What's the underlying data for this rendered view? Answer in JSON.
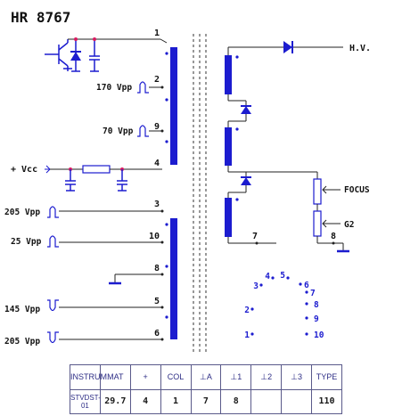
{
  "title": "HR 8767",
  "labels": {
    "hv": "H.V.",
    "vcc": "+ Vcc",
    "focus": "FOCUS",
    "g2": "G2"
  },
  "left_pins": {
    "p1": "1",
    "p2": "2",
    "p9": "9",
    "p4": "4",
    "p3": "3",
    "p10": "10",
    "p8": "8",
    "p5": "5",
    "p6": "6",
    "p7": "7",
    "p8b": "8"
  },
  "pulses": {
    "pin2": "170 Vpp",
    "pin9": "70 Vpp",
    "pin3": "205 Vpp",
    "pin10": "25 Vpp",
    "pin5": "145 Vpp",
    "pin6": "205 Vpp"
  },
  "socket_pins": [
    "1",
    "2",
    "3",
    "4",
    "5",
    "6",
    "7",
    "8",
    "9",
    "10"
  ],
  "table": {
    "headers": [
      "INSTRUM.",
      "MAT",
      "+",
      "COL",
      "⊥A",
      "⊥1",
      "⊥2",
      "⊥3",
      "TYPE"
    ],
    "values": [
      "STVDST-01",
      "29.7",
      "4",
      "1",
      "7",
      "8",
      "",
      "",
      "110"
    ]
  },
  "colors": {
    "ink": "#1c1ccf",
    "wire": "#222222",
    "accent": "#d81b60"
  }
}
